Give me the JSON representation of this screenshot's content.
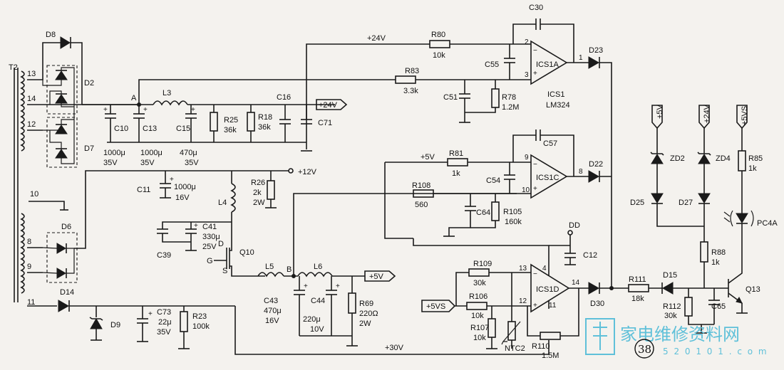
{
  "transformer": {
    "name": "T2",
    "pins": [
      "13",
      "14",
      "12",
      "10",
      "8",
      "9",
      "11"
    ]
  },
  "diodes": {
    "d8": "D8",
    "d2": "D2",
    "d7": "D7",
    "d6": "D6",
    "d14": "D14",
    "d9": "D9",
    "d23": "D23",
    "d22": "D22",
    "d30": "D30",
    "d15": "D15",
    "d25": "D25",
    "d27": "D27",
    "zd2": "ZD2",
    "zd4": "ZD4"
  },
  "caps": {
    "c10": {
      "name": "C10",
      "value": "1000μ",
      "volt": "35V"
    },
    "c13": {
      "name": "C13",
      "value": "1000μ",
      "volt": "35V"
    },
    "c15": {
      "name": "C15",
      "value": "470μ",
      "volt": "35V"
    },
    "c16": {
      "name": "C16"
    },
    "c71": {
      "name": "C71"
    },
    "c11": {
      "name": "C11",
      "value": "1000μ",
      "volt": "16V"
    },
    "c41": {
      "name": "C41",
      "value": "330μ",
      "volt": "25V"
    },
    "c39": {
      "name": "C39"
    },
    "c43": {
      "name": "C43",
      "value": "470μ",
      "volt": "16V"
    },
    "c44": {
      "name": "C44",
      "value": "220μ",
      "volt": "10V"
    },
    "c73": {
      "name": "C73",
      "value": "22μ",
      "volt": "35V"
    },
    "c30": {
      "name": "C30"
    },
    "c55": {
      "name": "C55"
    },
    "c51": {
      "name": "C51"
    },
    "c57": {
      "name": "C57"
    },
    "c54": {
      "name": "C54"
    },
    "c64": {
      "name": "C64"
    },
    "c12": {
      "name": "C12"
    },
    "c65": {
      "name": "C65"
    }
  },
  "resistors": {
    "r25": {
      "name": "R25",
      "value": "36k"
    },
    "r18": {
      "name": "R18",
      "value": "36k"
    },
    "r26": {
      "name": "R26",
      "value": "2k",
      "power": "2W"
    },
    "r23": {
      "name": "R23",
      "value": "100k"
    },
    "r69": {
      "name": "R69",
      "value": "220Ω",
      "power": "2W"
    },
    "r80": {
      "name": "R80",
      "value": "10k"
    },
    "r83": {
      "name": "R83",
      "value": "3.3k"
    },
    "r78": {
      "name": "R78",
      "value": "1.2M"
    },
    "r81": {
      "name": "R81",
      "value": "1k"
    },
    "r108": {
      "name": "R108",
      "value": "560"
    },
    "r105": {
      "name": "R105",
      "value": "160k"
    },
    "r109": {
      "name": "R109",
      "value": "30k"
    },
    "r106": {
      "name": "R106",
      "value": "10k"
    },
    "r107": {
      "name": "R107",
      "value": "10k"
    },
    "r110": {
      "name": "R110",
      "value": "1.5M"
    },
    "r111": {
      "name": "R111",
      "value": "18k"
    },
    "r112": {
      "name": "R112",
      "value": "30k"
    },
    "r85": {
      "name": "R85",
      "value": "1k"
    },
    "r88": {
      "name": "R88",
      "value": "1k"
    }
  },
  "inductors": {
    "l3": "L3",
    "l4": "L4",
    "l5": "L5",
    "l6": "L6"
  },
  "nodes": {
    "a": "A",
    "b": "B"
  },
  "transistors": {
    "q10": "Q10",
    "q13": "Q13",
    "q10_d": "D",
    "q10_g": "G",
    "q10_s": "S"
  },
  "thermistor": "NTC2",
  "opto": "PC4A",
  "ic": {
    "icsa": "ICS1A",
    "icsc": "ICS1C",
    "icsd": "ICS1D",
    "chip": "ICS1",
    "part": "LM324",
    "pins_a": {
      "inv": "2",
      "noninv": "3",
      "out": "1"
    },
    "pins_c": {
      "inv": "9",
      "noninv": "10",
      "out": "8"
    },
    "pins_d": {
      "inv": "13",
      "noninv": "12",
      "out": "14",
      "vcc": "4",
      "gnd": "11"
    }
  },
  "rails": {
    "p24_top": "+24V",
    "p24_flag": "+24V",
    "p5_line": "+5V",
    "p12": "+12V",
    "p5_flag": "+5V",
    "p5vs_in": "+5VS",
    "p30": "+30V",
    "dd": "DD",
    "flag_5v": "+5V",
    "flag_24v": "+24V",
    "flag_5vs": "+5VS"
  },
  "page_number": "38",
  "watermark": {
    "text": "家电维修资料网",
    "url": "5 2 0 1 0 1 . c o m"
  }
}
